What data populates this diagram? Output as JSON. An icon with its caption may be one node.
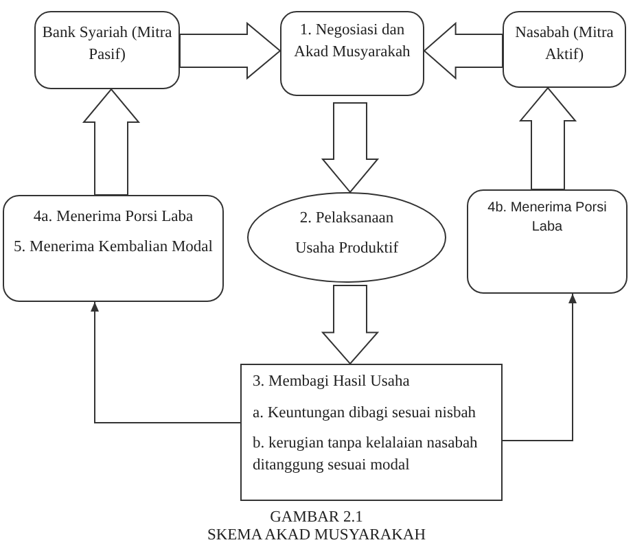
{
  "diagram": {
    "nodes": [
      {
        "text": [
          "Bank Syariah (Mitra Pasif)"
        ]
      },
      {
        "text": [
          "1. Negosiasi dan Akad Musyarakah"
        ]
      },
      {
        "text": [
          "Nasabah (Mitra Aktif)"
        ]
      },
      {
        "text": [
          "4a. Menerima Porsi Laba",
          "5. Menerima Kembalian Modal"
        ]
      },
      {
        "text": [
          "2. Pelaksanaan",
          "Usaha Produktif"
        ]
      },
      {
        "text": [
          "4b. Menerima Porsi Laba"
        ]
      },
      {
        "text": [
          "3. Membagi Hasil Usaha",
          "a. Keuntungan dibagi sesuai nisbah",
          "b. kerugian tanpa kelalaian nasabah ditanggung sesuai modal"
        ]
      }
    ],
    "edges": [
      {
        "from": 0,
        "to": 1,
        "arrow": "to",
        "style": "thick"
      },
      {
        "from": 2,
        "to": 1,
        "arrow": "to",
        "style": "thick"
      },
      {
        "from": 1,
        "to": 4,
        "arrow": "to",
        "style": "thick"
      },
      {
        "from": 4,
        "to": 6,
        "arrow": "to",
        "style": "thick"
      },
      {
        "from": 3,
        "to": 0,
        "arrow": "to",
        "style": "thick"
      },
      {
        "from": 5,
        "to": 2,
        "arrow": "to",
        "style": "thick"
      },
      {
        "from": 6,
        "to": 3,
        "arrow": "to"
      },
      {
        "from": 6,
        "to": 5,
        "arrow": "to"
      }
    ],
    "labels": [
      "GAMBAR 2.1",
      "SKEMA AKAD MUSYARAKAH"
    ]
  }
}
